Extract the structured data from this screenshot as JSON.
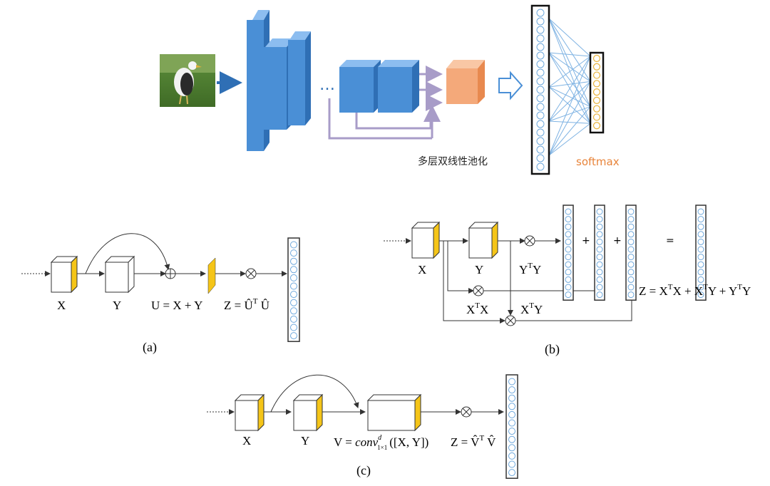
{
  "top": {
    "pooling_label": "多层双线性池化",
    "softmax_label": "softmax"
  },
  "panel_a": {
    "x_label": "X",
    "y_label": "Y",
    "u_eq": "U = X + Y",
    "z_eq": "Z = Û",
    "z_eq_sup": "T",
    "z_eq_tail": " Û",
    "caption": "(a)"
  },
  "panel_b": {
    "x_label": "X",
    "y_label": "Y",
    "yty_base": "Y",
    "yty_sup": "T",
    "yty_tail": "Y",
    "xtx_base": "X",
    "xtx_sup": "T",
    "xtx_tail": "X",
    "xty_base": "X",
    "xty_sup": "T",
    "xty_tail": "Y",
    "plus1": "+",
    "plus2": "+",
    "equals": "=",
    "z_eq": "Z = X",
    "z_eq_sup1": "T",
    "z_eq_mid1": "X + X",
    "z_eq_sup2": "T",
    "z_eq_mid2": "Y + Y",
    "z_eq_sup3": "T",
    "z_eq_tail": "Y",
    "caption": "(b)"
  },
  "panel_c": {
    "x_label": "X",
    "y_label": "Y",
    "v_eq_head": "V = ",
    "v_eq_conv": "conv",
    "v_eq_sup": "d",
    "v_eq_sub": "1×1",
    "v_eq_tail": "([X, Y])",
    "z_eq": "Z = V̂",
    "z_eq_sup": "T",
    "z_eq_tail": " V̂",
    "caption": "(c)"
  },
  "colors": {
    "conv_blue": "#4a8fd6",
    "conv_blue_top": "#8cbdf0",
    "pool_orange": "#f4a97a",
    "arrow_purple": "#a89cc8",
    "softmax_orange": "#e8843a",
    "cube_side": "#f5c518",
    "neuron": "#6ea8dc",
    "fc_line": "#7fb3e3"
  }
}
